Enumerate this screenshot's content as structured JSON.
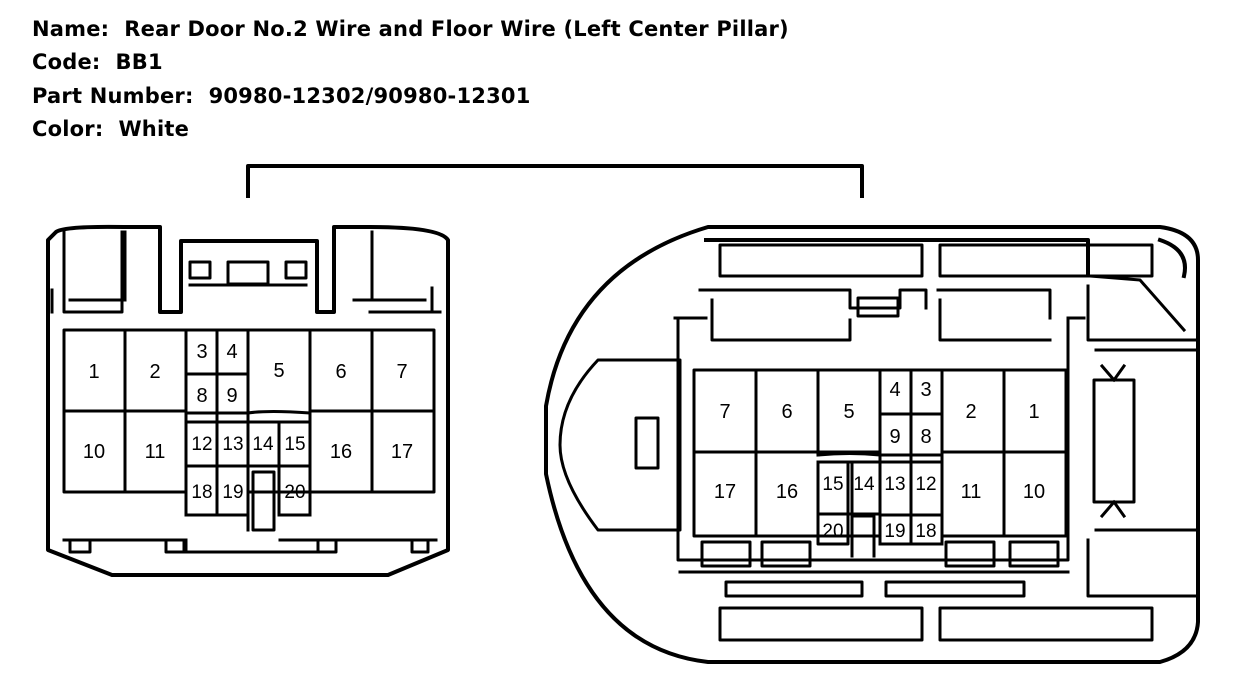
{
  "header": {
    "name_line": "Name:  Rear Door No.2 Wire and Floor Wire (Left Center Pillar)",
    "code_line": "Code:  BB1",
    "part_line": "Part Number:  90980-12302/90980-12301",
    "color_line": "Color:  White"
  },
  "female_connector": {
    "pins": {
      "p1": "1",
      "p2": "2",
      "p3": "3",
      "p4": "4",
      "p5": "5",
      "p6": "6",
      "p7": "7",
      "p8": "8",
      "p9": "9",
      "p10": "10",
      "p11": "11",
      "p12": "12",
      "p13": "13",
      "p14": "14",
      "p15": "15",
      "p16": "16",
      "p17": "17",
      "p18": "18",
      "p19": "19",
      "p20": "20"
    }
  },
  "male_connector": {
    "pins": {
      "p1": "1",
      "p2": "2",
      "p3": "3",
      "p4": "4",
      "p5": "5",
      "p6": "6",
      "p7": "7",
      "p8": "8",
      "p9": "9",
      "p10": "10",
      "p11": "11",
      "p12": "12",
      "p13": "13",
      "p14": "14",
      "p15": "15",
      "p16": "16",
      "p17": "17",
      "p18": "18",
      "p19": "19",
      "p20": "20"
    }
  }
}
